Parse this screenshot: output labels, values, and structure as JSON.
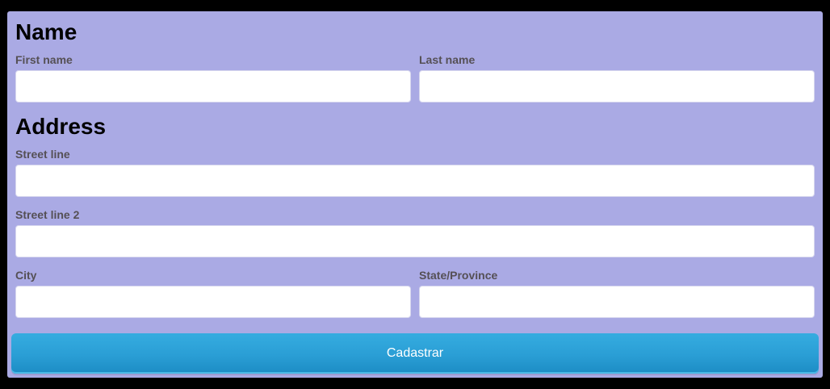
{
  "name_section": {
    "title": "Name",
    "first_name": {
      "label": "First name",
      "value": "",
      "placeholder": ""
    },
    "last_name": {
      "label": "Last name",
      "value": "",
      "placeholder": ""
    }
  },
  "address_section": {
    "title": "Address",
    "street_line": {
      "label": "Street line",
      "value": "",
      "placeholder": ""
    },
    "street_line_2": {
      "label": "Street line 2",
      "value": "",
      "placeholder": ""
    },
    "city": {
      "label": "City",
      "value": "",
      "placeholder": ""
    },
    "state_province": {
      "label": "State/Province",
      "value": "",
      "placeholder": ""
    }
  },
  "submit": {
    "label": "Cadastrar"
  },
  "colors": {
    "page_background": "#000000",
    "card_background": "#aaaae4",
    "label_text": "#555055",
    "button_accent": "#2a9ed5"
  }
}
